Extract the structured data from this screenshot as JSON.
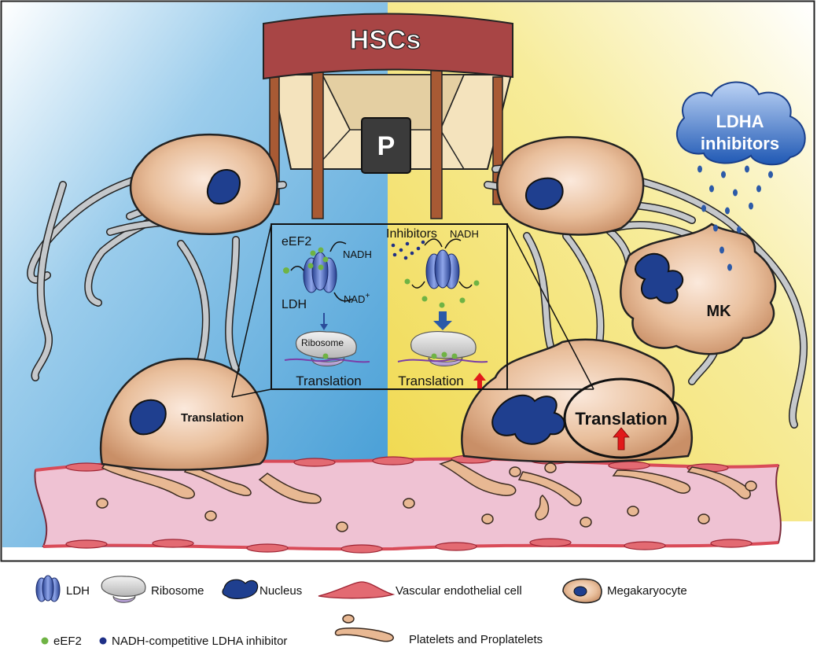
{
  "header": {
    "title": "HSCs",
    "pedestal_label": "P"
  },
  "cloud": {
    "line1": "LDHA",
    "line2": "inhibitors"
  },
  "cells": {
    "mk_label": "MK",
    "left_cell_label": "Translation",
    "right_cell_label": "Translation"
  },
  "inset": {
    "left": {
      "eef2_label": "eEF2",
      "nadh_label": "NADH",
      "ldh_label": "LDH",
      "nad_label": "NAD",
      "nad_sup": "+",
      "ribosome_label": "Ribosome",
      "translation_label": "Translation"
    },
    "right": {
      "inhibitors_label": "Inhibitors",
      "nadh_label": "NADH",
      "translation_label": "Translation"
    }
  },
  "legend": {
    "ldh": "LDH",
    "ribosome": "Ribosome",
    "nucleus": "Nucleus",
    "endothelial": "Vascular endothelial cell",
    "megakaryocyte": "Megakaryocyte",
    "eef2": "eEF2",
    "inhibitor": "NADH-competitive LDHA inhibitor",
    "platelets": "Platelets and Proplatelets"
  },
  "colors": {
    "left_bg": "#4ba3d6",
    "right_bg": "#f3e063",
    "cell_fill": "#e3b08d",
    "nucleus": "#1f3f8f",
    "ldh": "#4a66c4",
    "eef2": "#6fb344",
    "inhibitor_dot": "#1e2f87",
    "arch": "#a84545",
    "vessel": "#eec0d2",
    "endothelial": "#d94b58",
    "up_arrow": "#e11a1a"
  }
}
